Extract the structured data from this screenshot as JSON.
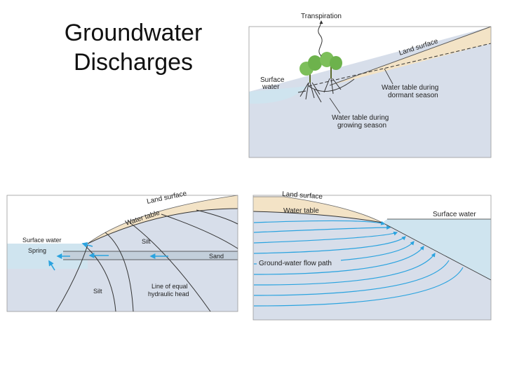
{
  "slide": {
    "title_line1": "Groundwater",
    "title_line2": "Discharges"
  },
  "colors": {
    "land": "#f3e3c6",
    "groundwater": "#d7deea",
    "surface_water": "#cfe4ef",
    "sand_layer": "#c3cfdb",
    "flow_arrow": "#2aa3df",
    "line": "#333333"
  },
  "diagram_top": {
    "transpiration_label": "Transpiration",
    "land_surface_label": "Land surface",
    "surface_water_label_line1": "Surface",
    "surface_water_label_line2": "water",
    "dormant_label_line1": "Water table during",
    "dormant_label_line2": "dormant season",
    "growing_label_line1": "Water table during",
    "growing_label_line2": "growing season"
  },
  "diagram_left": {
    "land_surface_label": "Land surface",
    "water_table_label": "Water table",
    "surface_water_label": "Surface water",
    "spring_label": "Spring",
    "silt_upper_label": "Silt",
    "sand_label": "Sand",
    "silt_lower_label": "Silt",
    "head_label_line1": "Line of equal",
    "head_label_line2": "hydraulic head"
  },
  "diagram_right": {
    "land_surface_label": "Land surface",
    "water_table_label": "Water table",
    "surface_water_label": "Surface water",
    "flow_path_label": "Ground-water flow path"
  }
}
